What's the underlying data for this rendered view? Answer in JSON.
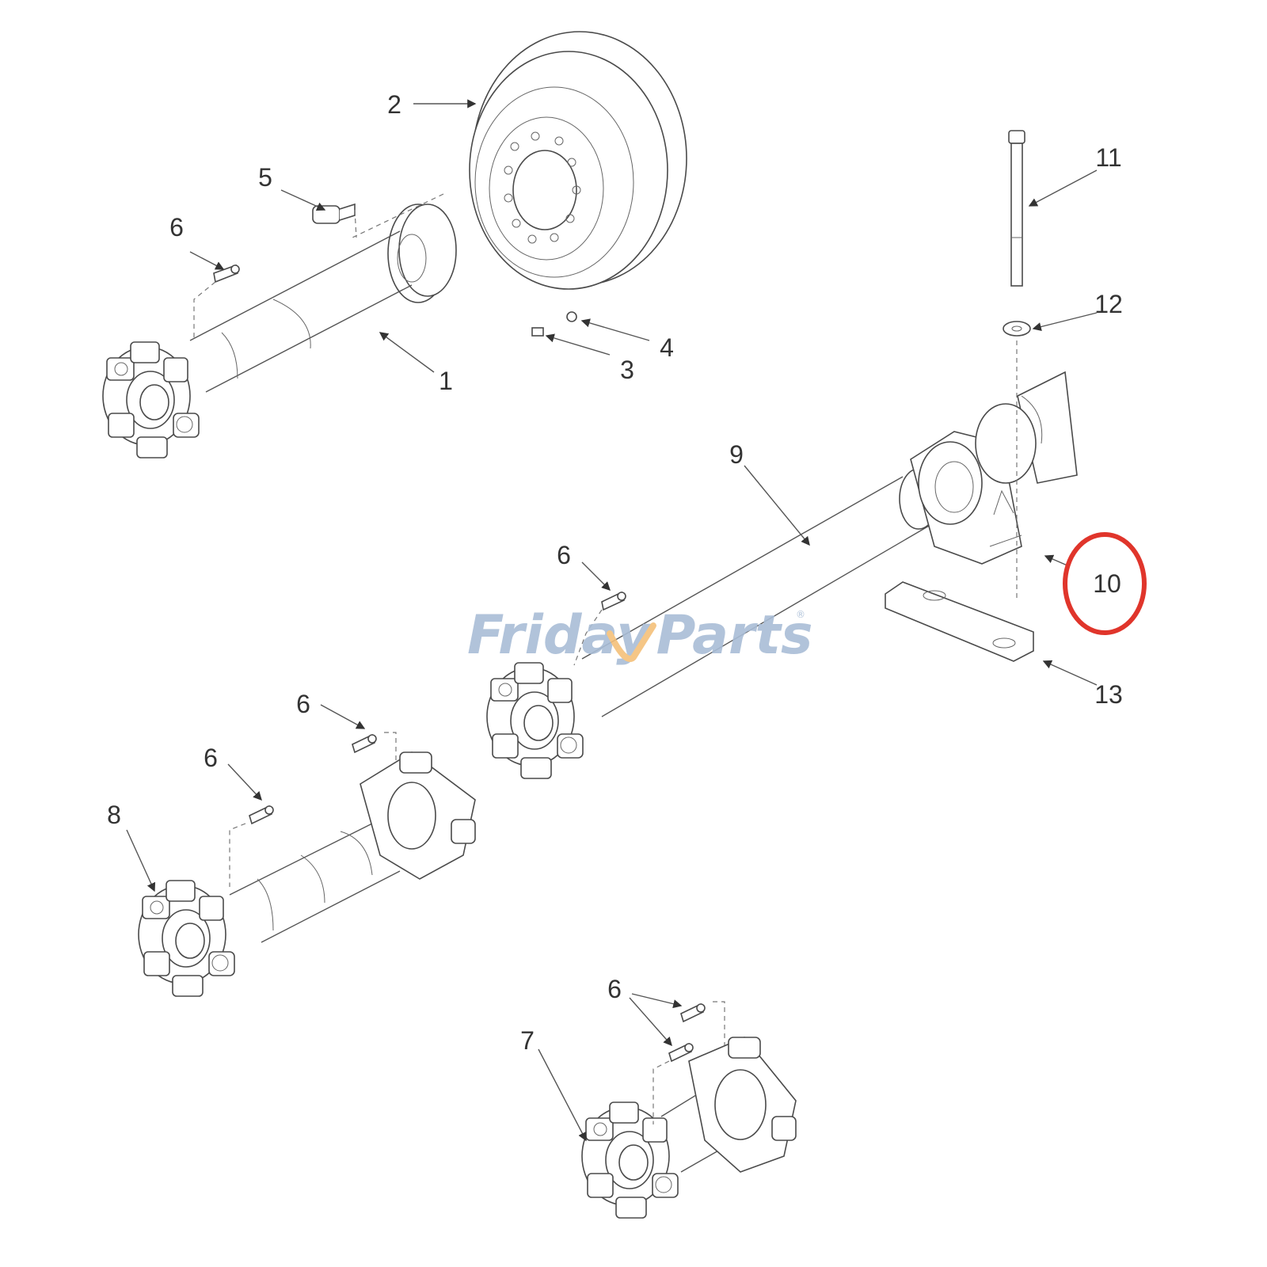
{
  "diagram": {
    "callouts": [
      "1",
      "2",
      "3",
      "4",
      "5",
      "6",
      "6",
      "6",
      "6",
      "6",
      "6",
      "7",
      "8",
      "9",
      "10",
      "11",
      "12",
      "13"
    ],
    "highlighted_callout": "10"
  },
  "watermark": {
    "part1": "Friday",
    "part2": "Parts",
    "registered_mark": "®",
    "color": "#a9bdd6",
    "accent_color": "#f4c07a"
  },
  "colors": {
    "highlight_ring": "#e0352b",
    "line": "#4a4a4a"
  }
}
